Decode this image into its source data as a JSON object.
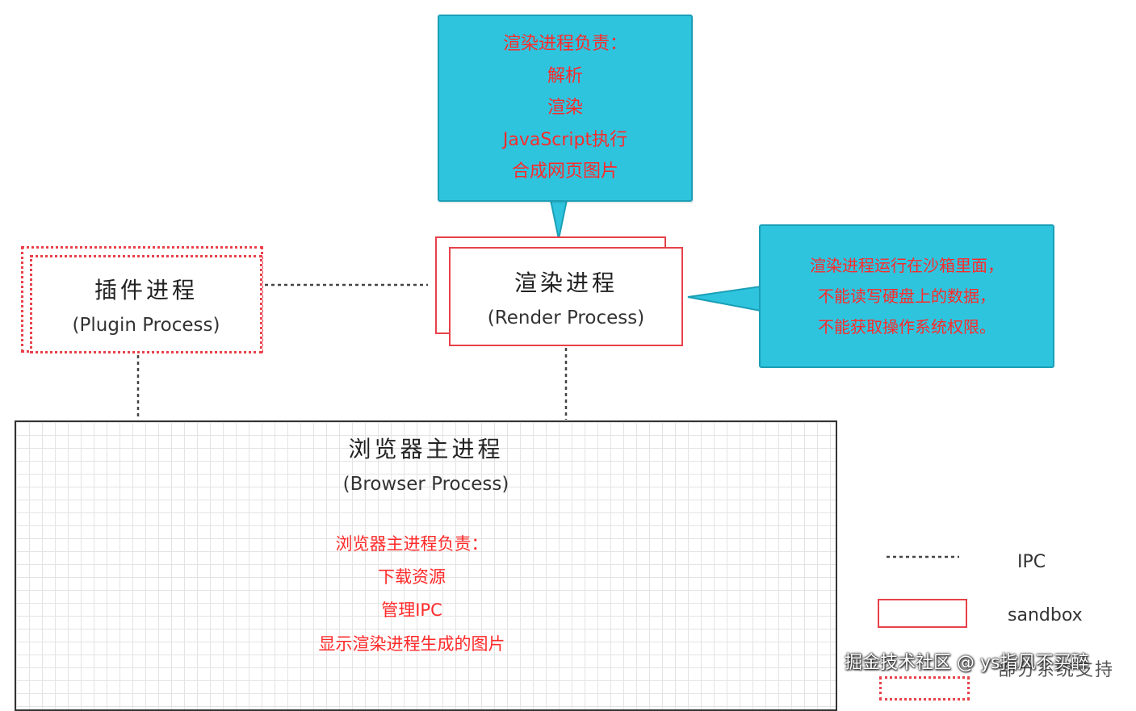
{
  "render_callout": {
    "lines": [
      "渲染进程负责：",
      "解析",
      "渲染",
      "JavaScript执行",
      "合成网页图片"
    ]
  },
  "sandbox_callout": {
    "lines": [
      "渲染进程运行在沙箱里面，",
      "不能读写硬盘上的数据，",
      "不能获取操作系统权限。"
    ]
  },
  "plugin_process": {
    "title_zh": "插件进程",
    "title_en": "(Plugin Process)"
  },
  "render_process": {
    "title_zh": "渲染进程",
    "title_en": "(Render Process)"
  },
  "browser_process": {
    "title_zh": "浏览器主进程",
    "title_en": "(Browser Process)",
    "responsibilities": [
      "浏览器主进程负责：",
      "下载资源",
      "管理IPC",
      "显示渲染进程生成的图片"
    ]
  },
  "legend": {
    "ipc_label": "IPC",
    "sandbox_label": "sandbox",
    "partial_label": "部分系统支持"
  },
  "watermark": "掘金技术社区 @ ys指风不买醉",
  "colors": {
    "callout_fill": "#2ec4de",
    "accent_red": "#e8414a",
    "text_red": "#ff2a2a"
  }
}
